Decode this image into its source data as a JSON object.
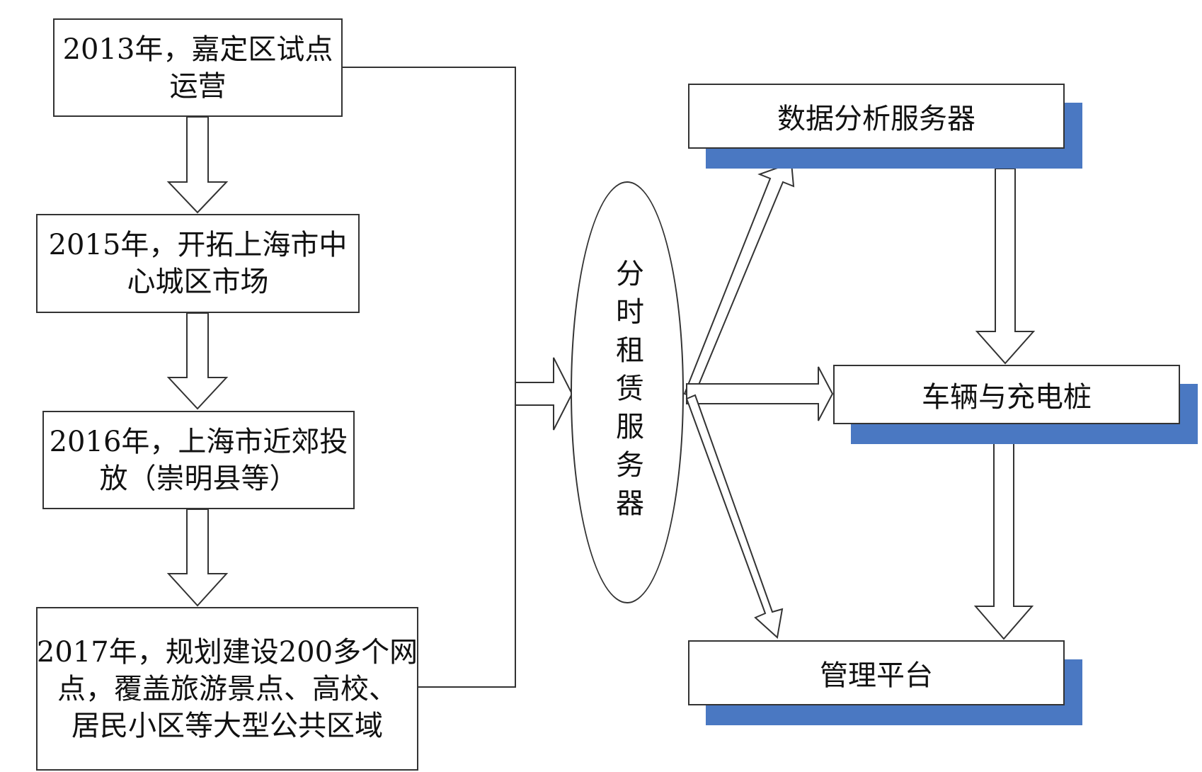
{
  "timeline": {
    "steps": [
      {
        "lines": [
          "2013年，嘉定区试点",
          "运营"
        ]
      },
      {
        "lines": [
          "2015年，开拓上海市中",
          "心城区市场"
        ]
      },
      {
        "lines": [
          "2016年，上海市近郊投",
          "放（崇明县等）"
        ]
      },
      {
        "lines": [
          "2017年，规划建设200多个网",
          "点，覆盖旅游景点、高校、",
          "居民小区等大型公共区域"
        ]
      }
    ]
  },
  "lease_server": {
    "label": "分时租赁服务器"
  },
  "servers": {
    "data_analysis": {
      "label": "数据分析服务器"
    },
    "vehicles_charging": {
      "label": "车辆与充电桩"
    },
    "management": {
      "label": "管理平台"
    }
  },
  "colors": {
    "shadow": "#4a78c2",
    "stroke": "#333333"
  }
}
